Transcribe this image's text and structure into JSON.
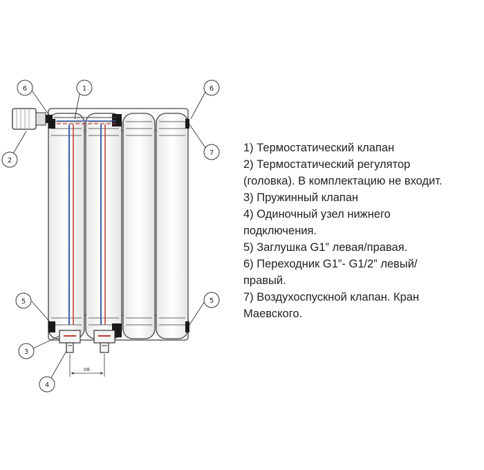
{
  "callouts": [
    "6",
    "1",
    "6",
    "2",
    "7",
    "5",
    "5",
    "3",
    "4"
  ],
  "dimension": "08",
  "legend": [
    "1) Термостатический клапан",
    "2) Термостатический регулятор",
    "(головка). В комплектацию не входит.",
    "3) Пружинный клапан",
    "4) Одиночный узел нижнего",
    "подключения.",
    "5) Заглушка G1” левая/правая.",
    "6) Переходник G1”- G1/2” левый/",
    "правый.",
    "7) Воздухоспускной клапан. Кран",
    "Маевского."
  ]
}
